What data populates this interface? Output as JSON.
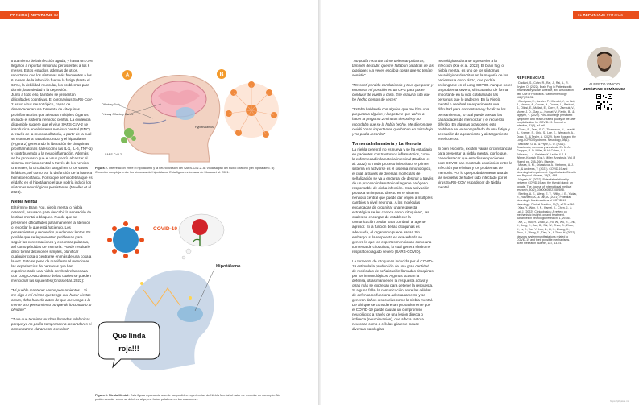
{
  "header": {
    "left_num": "PHYSIOS",
    "left_sep": "|",
    "left_label": "REPORTAJE",
    "left_page": "50",
    "right_page": "51",
    "right_label": "REPORTAJE",
    "right_brand": "PHYSIOS"
  },
  "col1": {
    "p1": "tratamiento de la infección aguda, y hasta un 73% llegaron a reportar síntomas persistentes a los 6 meses. Estos estudios, además de otros, reportaron que los síntomas más frecuentes a los 6 meses de la infección fueron la fatiga (hasta el 63%), la debilidad muscular, los problemas para dormir, la ansiedad o la depresión.",
    "p2": "Junto a todo ello, también se presentan dificultades cognitivas. El coronavirus SARS-CoV-2 es un virus neurotrópico, capaz de desencadenar una tormenta de citoquinas proinflamatorias que afecta a múltiples órganos, incluido el sistema nervioso central. La evidencia disponible sugiere que el virus SARS-CoV-2 se introduciría en el sistema nervioso central (SNC) a través de la mucosa olfatoria, a partir de la cual se extendería hasta la corteza y el hipotálamo (Figura 2) generando la liberación de citoquinas proinflamatorias (tales como las IL-1, IL-6, TNF-α) y contribuyendo a la neuroinflamación. Además, se ha propuesto que el virus podría alcanzar el sistema nervioso central a través de los nervios craneales, la circulación sanguínea o los vasos linfáticos, así como por la disfunción de la barrera hematoencefálica. Por lo que se hipotetiza que es el daño en el hipotálamo el que podría inducir los síntomas neurológicos persistentes (Mueller et al. 2021).",
    "h_niebla": "Niebla Mental",
    "p3": "El término Brain Fog, niebla mental o niebla cerebral, es usado para describir la sensación de lentitud mental o bloqueo. Puede que se presenten dificultades para mantener la atención o recordar lo que está haciendo. Los pensamientos y recuerdos pueden ser lentos. Es posible que se le presenten problemas para seguir las conversaciones y encontrar palabras, así como pérdidas de memoria. Puede resultarle difícil tomar decisiones simples, planificar cualquier cosa o centrarse en más de una cosa a la vez. Esto se pone de manifiesto al mencionar las experiencias de personas que han experimentado una niebla cerebral relacionada con Long COVID dentro de las cuales se pueden mencionar las siguientes (Gross et al. 2022):",
    "q1": "\"Mi pueblo mantener varios pensamientos... Si me digo a mí mismo que tengo que hacer ciertas cosas, debo hacerlo antes de que me venga a la mente otro pensamiento porque de lo contrario lo olvidaré\"",
    "q2": "\"Tuve que terminar muchas llamadas telefónicas porque ya no podía comprender a los oradores ni comunicarme claramente con ellos\""
  },
  "col2": {
    "q3": "\"No podía recordar cómo deletrear palabras, también descubrí que me faltaban palabras de las oraciones y a veces escribía cosas que no tenían sentido\"",
    "q4": "\"Me sentí perdido conduciendo y tuve que parar y encontrar mi posición en un GPS para poder conducir de vuelta a casa. Ese era una ruta que he hecho cientos de veces\"",
    "q5": "\"Estaba hablando con alguien que me hizo una pregunta a alguien y luego tuve que volver a hacer la pregunta 2 minutos después y no recordaba que se la había hecho. Me dijeron que olvidé cosas importantes que hacen en mi trabajo y no podía recordar\"",
    "h_tormenta": "Tormenta Inflamatoria y La Memoria",
    "p4": "La niebla cerebral no es nueva y se ha estudiado en pacientes con trastornos inflamatorios, como la enfermedad inflamatoria intestinal (Dadiani et al. 2022). En todo proceso infeccioso, el primer sistema en activarse es el sistema inmunológico, el cual, a través de diversas moléculas de señalización se va a encargar de destruir a través de un proceso inflamatorio al agente patógeno responsable de dicha infección. Esta activación provoca un impacto directo en el sistema nervioso central que puede dar origen a múltiples cambios a nivel neuronal. A las moléculas encargadas de organizar una respuesta estratégica se les conoce como 'citoquinas', las cuales se encargan de establecer la comunicación celular para combatir al agente agresor. Si la función de las citoquinas es adecuada, el organismo puede sanar. Sin embargo, si la respuesta es exacerbada se genera lo que los expertos mencionan como una tormenta de citoquinas, lo cual genera síndrome respiratorio agudo severo (SARS-COVID).",
    "p5": "La tormenta de citoquinas inducida por el COVID-19 estimula la producción de una gran cantidad de moléculas de señalización llamadas citoquinas por los inmunológicos. Algunas activan la defensa, otras mantienen la respuesta activa y otras más se expresan para detener la respuesta. Si alguna falla, la comunicación entre las células de defensa no funciona adecuadamente y se generan daños o secuelas como la niebla mental. De ahí que se considere tan probablemente que el COVID-19 puede causar un compromiso neurológico a través de una lesión directa o indirecta (neuroinvasión), que afecta tanto a neuronas como a células gliales e induce diversas patologías"
  },
  "col3": {
    "p6": "neurológicas durante o posterior a la infección (Xie et al. 2022). El brain fog, o niebla mental, es uno de los síntomas neurológicos descritos en la mayoría de los pacientes a corto plazo, que podría prolongarse en el Long-COVID. Aunque no es un problema severo, sí incapacita de forma importante en la vida cotidiana de las personas que lo padecen. En la Niebla mental o cerebral se experimenta una dificultad para concentrarse y focalizar los pensamientos; lo cual puede afectar las capacidades de memorizar y el recuerdo diferido. En algunas ocasiones, este problema se ve acompañado de una fatiga y sensación de agotamiento y aletargamiento en el cuerpo.",
    "p7": "Si bien es cierto, existen varias circunstancias para presentar la niebla mental, por lo que, cabe destacar que estudios en pacientes post-COVID han mostrado asociación entre la infección por el virus y los problemas de memoria. Por lo que probablemente una de las secuelas de haber sido infectado por el virus SARS-COV es padecer de Niebla mental."
  },
  "fig1": {
    "label_a": "A",
    "label_b": "B",
    "olfactory": "Olfactory Bulb",
    "primary_olfactory": "Primary Olfactory Cortex",
    "hypothalamus": "Hypothalamus",
    "sars": "SARS-CoV-2",
    "caption_bold": "Figura 2.",
    "caption": "Interrelación entre el hipotálamo y la neuroinvasión del SARS-Cov-2. A) Vista sagital del bulbo olfatorio y el hipotálamo. B) Conexión compleja entre los síntomas del hipotálamo. Esta figura es tomada de Mussa et al. 2021."
  },
  "fig2": {
    "covid": "COVID-19",
    "hipotalamo": "Hipotálamo",
    "bubble_line1": "Que linda",
    "bubble_line2": "rojaǃǃ!",
    "caption_bold": "Figura 3. Niebla Mental:",
    "caption": "Esta figura representa una de las posibles experiencias de Niebla Mental al tratar de recordar un concepto: No podía recordar cómo se deletrea algo, me faltan palabras en las oraciones..."
  },
  "author": {
    "name": "ALBERTO VINICIO",
    "surname": "JERÉZANO DOMÍNGUEZ"
  },
  "refs": {
    "title": "REFERENCIAS",
    "items": [
      "• Dadiani, S., Cohn, R., Rai, J., Rai, A., R. Kryder, O. (2022). Brain Fog in Patients with Inflammatory Bowel Disease, and Association with Use of Probiotics. Gastroenterology. 162(7):S1-S2.",
      "• Garrigues, E., Janvier, P., Kherabi, Y., Le Bot, A., Hamon, A., Gouze, H., Doucet, L., Berkani, S., Oliosi, E., Mallart, E., Corre, F., Zarrouk, V., Moyer, J. D., Galy, A., Honsel, V., Fantin, B., & Nguyen, Y. (2020). Post-discharge persistent symptoms and health-related quality of life after hospitalization for COVID-19. Journal of Infection, 81(6), e4–e6.",
      "• Gross, R., Teas, P. C., Thompson, N., Leavitt, A., Kramer, S., Chiu, S., Lee, E., Weirauch, A., Dong, S., & Tesler, A. (2022). Brain Fog and the Long-COVID Syndrome. Neurology, 98(1).",
      "• Maclean, G. A., & Pryor, K. O. (2021). Conciencia, memoria y anestesia. En M. A. Gropper, R. D. Miller, N. H. Cohen, L. I. Eriksson, L. A. Fleisher, K. Leslie, & J. P. Wiener-Kronish (Eds.), Miller. Anestesia. Vol. 8 (9a ed, pp. 235–266). Elsevier.",
      "• Mussa, B. M., Srivastava, A., Verberne, A. J. M., & Andrews, Y. (2021). COVID-19 and Neurological Impairment: Hypothalamic Circuits and Beyond. Viruses, 13(3), 498.",
      "• Nagesh, K. (2022). Potential relationship between COVID-19 and the thyroid gland: an update. The Journal of International medical research, 50(2), 03000605221082898.",
      "• Sterling, A. E., Wang, E. Y., Wilby, J. E., Yadav, R., Rasheed, A., & Tan, A. (2021). Potential Neurologic Manifestations of COVID-19. Neurology: Clinical Practice, 11(2), e135-e146.",
      "• Xiao, Y., Wen, Y. N., Kamel, K., Chen, J., & Lai, J. (2022). Clinicobasics: A review on mechanistic insights on and treatment. Advances in neurologic research, 1, 29-36.",
      "• Xie, Z., Hui, H., Zhao, Z., Yu, W., Wu, R., Zhu, Y., Song, Y., Cao, B., Shi, W., Zhao, D., Zhao, Y., Lv, J., Tao, Y., Luo, Z., Li, X., Zhang, H., Zhou, J., Wang, S., Tian, X., & Zhao, H. (2022). Nervous system manifestations related to COVID-19 and their possible mechanisms. Brain Research Bulletin, 187, 63-74."
    ]
  },
  "footer": "https://physios.mx"
}
